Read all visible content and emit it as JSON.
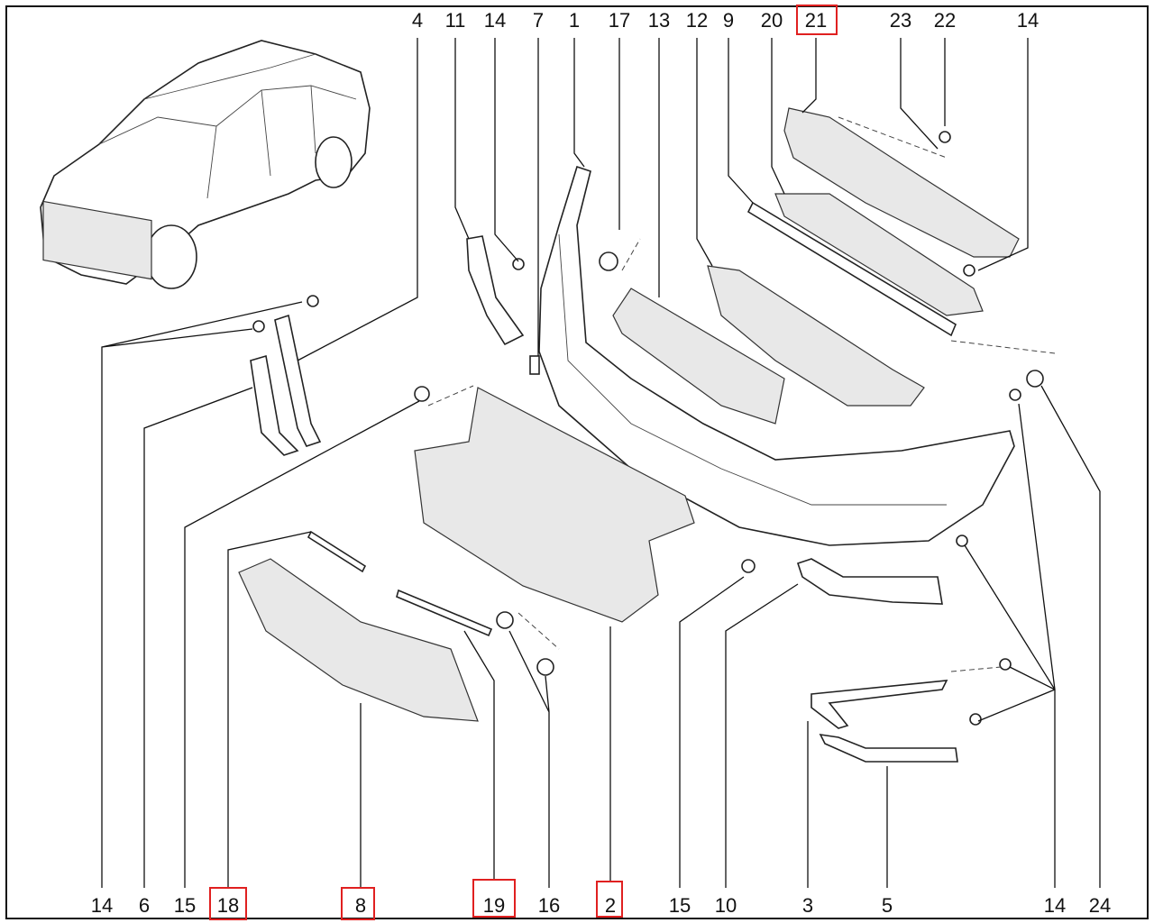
{
  "diagram": {
    "top_labels": [
      "4",
      "11",
      "14",
      "7",
      "1",
      "17",
      "13",
      "12",
      "9",
      "20",
      "21",
      "23",
      "22",
      "14"
    ],
    "bottom_labels": [
      "14",
      "6",
      "15",
      "18",
      "8",
      "19",
      "16",
      "2",
      "15",
      "10",
      "3",
      "5",
      "14",
      "24"
    ],
    "highlighted": [
      "21",
      "18",
      "8",
      "19",
      "2"
    ],
    "highlight_color": "#e02020"
  }
}
